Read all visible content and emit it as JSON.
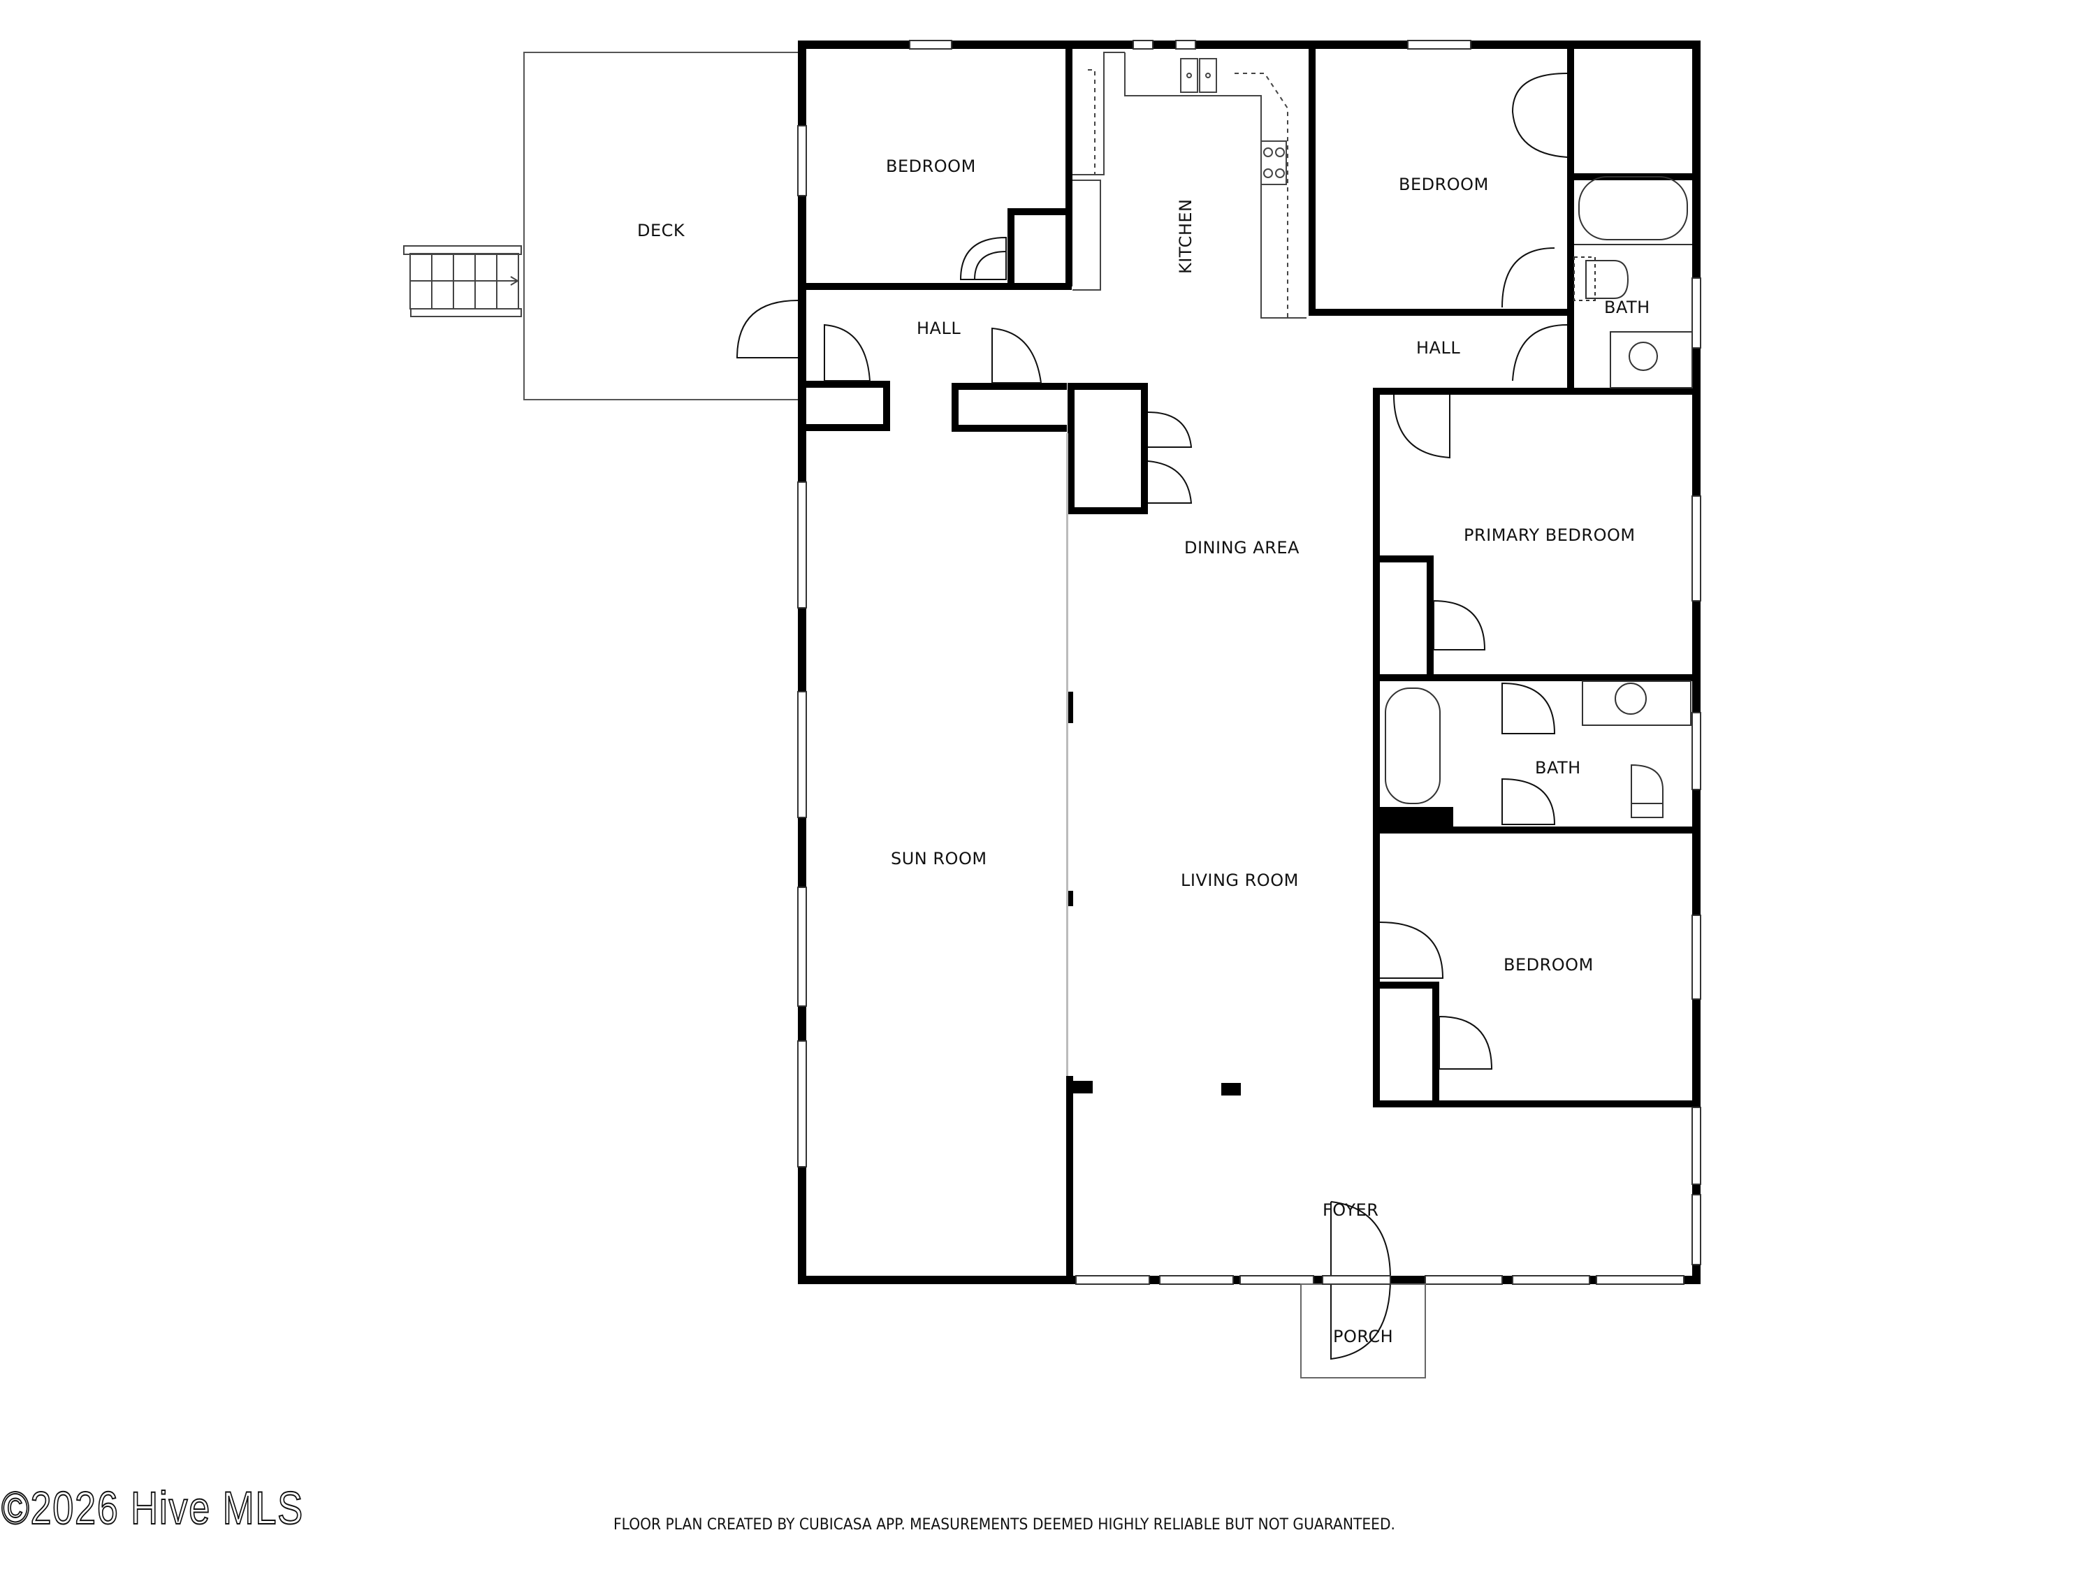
{
  "plan": {
    "rooms": {
      "deck": "DECK",
      "bedroom_nw": "BEDROOM",
      "kitchen": "KITCHEN",
      "bedroom_ne": "BEDROOM",
      "hall_west": "HALL",
      "hall_east": "HALL",
      "bath_ne": "BATH",
      "dining_area": "DINING AREA",
      "primary_bedroom": "PRIMARY BEDROOM",
      "bath_middle": "BATH",
      "sun_room": "SUN ROOM",
      "living_room": "LIVING ROOM",
      "bedroom_se": "BEDROOM",
      "foyer": "FOYER",
      "porch": "PORCH"
    },
    "colors": {
      "wall": "#000000",
      "fixture": "#333333",
      "background": "#ffffff"
    }
  },
  "footer": {
    "watermark": "©2026 Hive MLS",
    "disclaimer": "FLOOR PLAN CREATED BY CUBICASA APP. MEASUREMENTS DEEMED HIGHLY RELIABLE BUT NOT GUARANTEED."
  }
}
